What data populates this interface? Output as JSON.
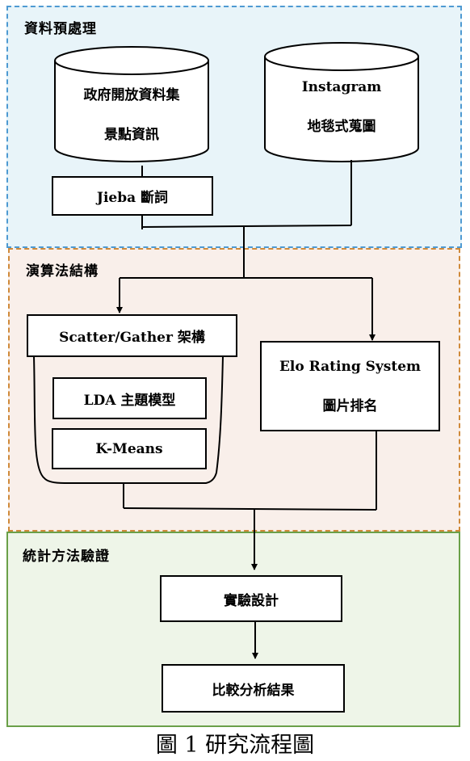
{
  "zones": {
    "preprocess": {
      "title": "資料預處理",
      "fill": "#e8f4f9",
      "border": "#4e9ad2"
    },
    "algorithm": {
      "title": "演算法結構",
      "fill": "#f9efea",
      "border": "#d08a3a"
    },
    "validation": {
      "title": "統計方法驗證",
      "fill": "#eef5e8",
      "border": "#6aa048"
    }
  },
  "nodes": {
    "gov_db": {
      "line1": "政府開放資料集",
      "line2": "景點資訊"
    },
    "instagram_db": {
      "line1": "Instagram",
      "line2": "地毯式蒐圖"
    },
    "jieba": {
      "label": "Jieba 斷詞"
    },
    "scatter_gather": {
      "label": "Scatter/Gather 架構"
    },
    "lda": {
      "label": "LDA 主題模型"
    },
    "kmeans": {
      "label": "K-Means"
    },
    "elo": {
      "line1": "Elo Rating System",
      "line2": "圖片排名"
    },
    "experiment": {
      "label": "實驗設計"
    },
    "compare": {
      "label": "比較分析結果"
    }
  },
  "caption": "圖 1 研究流程圖"
}
